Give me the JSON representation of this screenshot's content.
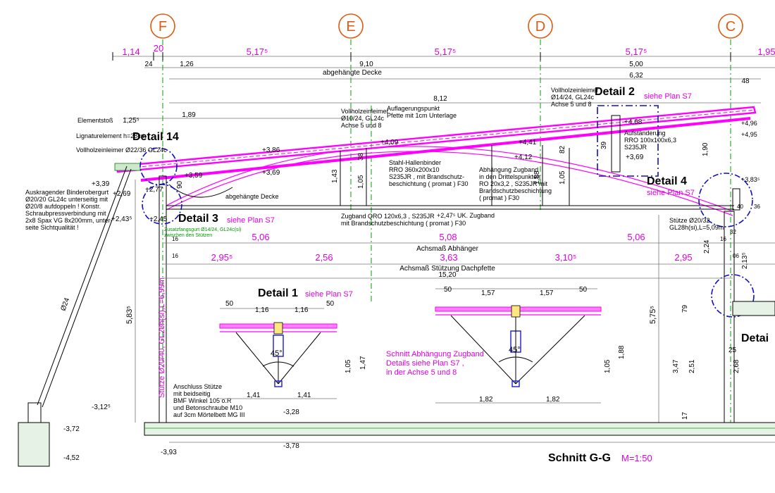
{
  "drawing": {
    "title": "Schnitt G-G",
    "scale": "M=1:50",
    "axes": [
      "F",
      "E",
      "D",
      "C"
    ],
    "top_dims_magenta": [
      "1,14",
      "20",
      "5,17⁵",
      "5,17⁵",
      "5,17⁵",
      "1,95"
    ],
    "top_dims_black": [
      "24",
      "1,26",
      "9,10",
      "5,00",
      "6,32",
      "48",
      "8,12",
      "1,89",
      "1,25⁵"
    ],
    "abgehaengte_decke": "abgehängte Decke",
    "details": {
      "d14": "Detail 14",
      "d2": "Detail 2",
      "d2_ref": "siehe Plan S7",
      "d3": "Detail 3",
      "d3_ref": "siehe Plan S7",
      "d4": "Detail 4",
      "d4_ref": "siehe Plan S7",
      "d1": "Detail 1",
      "d1_ref": "siehe Plan S7",
      "detail_cut": "Detai"
    },
    "labels": {
      "elementstoss": "Elementstoß",
      "lignatur": "Lignaturelement h=28cm",
      "vollholz_left": "Vollholzeinleimer Ø22/36 GL24c",
      "auskragender": [
        "Auskragender Binderobergurt",
        "Ø20/20 GL24c unterseitig mit",
        "Ø20/8 aufdoppeln ! Konstr.",
        "Schraubpressverbindung mit",
        "2x8 Spax VG 8x200mm, unter-",
        "seite Sichtqualität !"
      ],
      "abgehaengte_decke2": "abgehängte Decke",
      "vollholz_mid": [
        "Vollholzeinleimer",
        "Ø10/24, GL24c",
        "Achse 5 und 8"
      ],
      "auflager": [
        "Auflagerungspunkt",
        "Pfette mit 1cm Unterlage"
      ],
      "stahl": [
        "Stahl-Hallenbinder",
        "RRO 360x200x10",
        "S235JR , mit Brandschutz-",
        "beschichtung ( promat ) F30"
      ],
      "abhaengung": [
        "Abhängung Zugband",
        "in den Drittelspunkten",
        "RO 20x3,2 , S235JR mit",
        "Brandschutzbeschichtung",
        "( promat ) F30"
      ],
      "vollholz_right": [
        "Vollholzeinleimer",
        "Ø14/24, GL24c",
        "Achse 5 und 8"
      ],
      "aufstaenderung": [
        "Aufständerung",
        "RRO 100x100x6,3",
        "S235JR"
      ],
      "zugband": [
        "Zugband QRO 120x6,3 , S235JR",
        "mit Brandschutzbeschichtung ( promat ) F30"
      ],
      "uk_zugband": "+2,47⁵ UK. Zugband",
      "stuetze_right": [
        "Stütze Ø20/32",
        "GL28h(si),L=5,09m"
      ],
      "stuetze_left": "Stütze Ø20/40, GL28h(si),L=6,99m",
      "anschluss": [
        "Anschluss Stütze",
        "mit beidseitig",
        "BMF Winkel 105 o.R",
        "und Betonschraube M10",
        "auf 3cm Mörtelbett MG III"
      ],
      "schnitt": [
        "Schnitt Abhängung Zugband",
        "Details siehe Plan S7 ,",
        "in der Achse 5 und 8"
      ],
      "zusatz": [
        "Zusatzfangsgurt Ø14/24, GL24c(si)",
        "zwischen den Stützen"
      ],
      "achsmass_abh": "Achsmaß Abhänger",
      "achsmass_st": "Achsmaß Stützung Dachpfette",
      "d24": "Ø24"
    },
    "levels": [
      "+3,86",
      "+4,09",
      "+4,41",
      "+4,68",
      "+3,59",
      "+3,69",
      "+4,12",
      "+3,69",
      "+3,39",
      "+2,69",
      "+2,77",
      "+2,43⁵",
      "+2,45",
      "-3,12⁵",
      "-3,28",
      "-3,72",
      "-3,93",
      "-3,78",
      "-4,52",
      "+4,96",
      "+3,83⁵",
      "+4,95"
    ],
    "row1": [
      "5,06",
      "5,08",
      "5,06"
    ],
    "row2": [
      "2,95⁵",
      "2,56",
      "3,63",
      "3,10⁵",
      "2,95"
    ],
    "span_total": "15,20",
    "vertical_dims": [
      "5,83⁵",
      "5,75⁵",
      "90",
      "1,43",
      "1,05",
      "38",
      "1,88",
      "1,05",
      "82",
      "39",
      "1,90",
      "2,24",
      "2,13⁵",
      "79",
      "3,47",
      "2,51",
      "2,68",
      "50",
      "17",
      "25"
    ],
    "detail1_dims": [
      "50",
      "1,16",
      "1,16",
      "50",
      "1,41",
      "1,41",
      "1,05",
      "1,47",
      "45°"
    ],
    "schnitt_dims": [
      "50",
      "1,57",
      "1,57",
      "50",
      "1,82",
      "1,82",
      "1,05",
      "1,88",
      "45°"
    ],
    "small_labels": [
      "16",
      "16",
      "16",
      "32",
      "06",
      "40",
      "36"
    ]
  }
}
